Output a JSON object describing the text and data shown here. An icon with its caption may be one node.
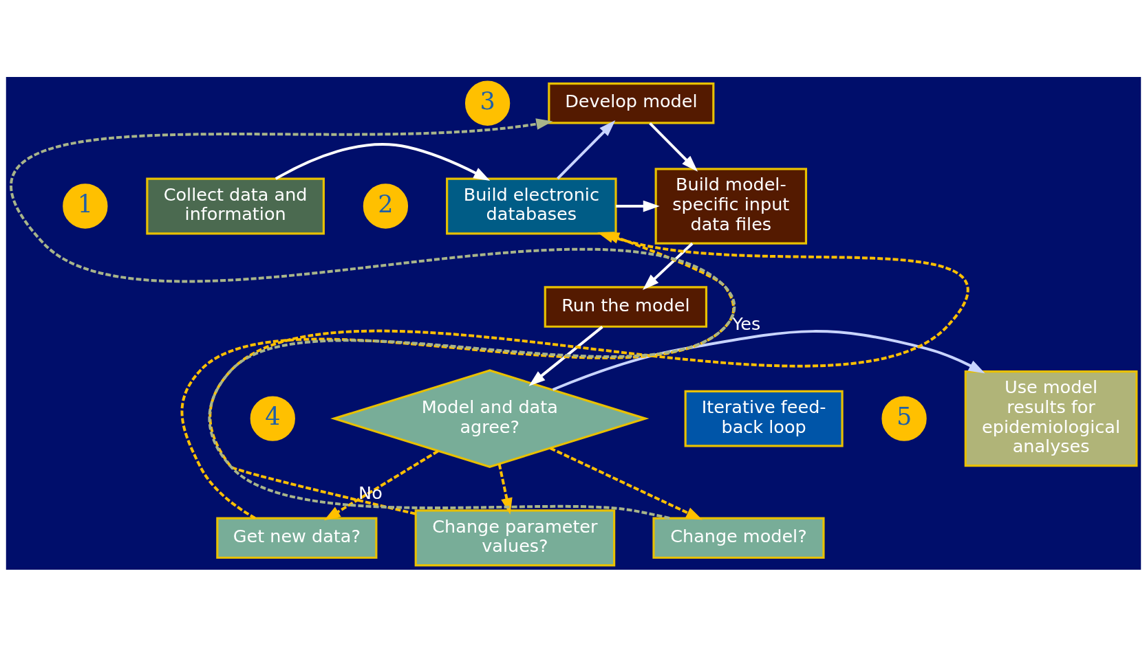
{
  "diagram": {
    "nodes": [
      {
        "text": [
          "3"
        ]
      },
      {
        "text": [
          "Develop model"
        ]
      },
      {
        "text": [
          "1"
        ]
      },
      {
        "text": [
          "Collect data and information"
        ]
      },
      {
        "text": [
          "2"
        ]
      },
      {
        "text": [
          "Build electronic databases"
        ]
      },
      {
        "text": [
          "Build model-specific input data files"
        ]
      },
      {
        "text": [
          "5"
        ]
      },
      {
        "text": [
          "Use model results for epidemiological analyses"
        ]
      },
      {
        "text": [
          "Run the model"
        ]
      },
      {
        "text": [
          "4"
        ]
      },
      {
        "text": [
          "Model and data agree?"
        ]
      },
      {
        "text": [
          "Get new data?"
        ]
      },
      {
        "text": [
          "Change parameter values?"
        ]
      },
      {
        "text": [
          "Change model?"
        ]
      },
      {
        "text": [
          "Iterative feed-back loop"
        ]
      }
    ],
    "edges": [
      {
        "from": 3,
        "to": 5,
        "arrow": "to"
      },
      {
        "from": 5,
        "to": 1,
        "arrow": "to",
        "color": "#c8d4ff"
      },
      {
        "from": 5,
        "to": 6,
        "arrow": "to"
      },
      {
        "from": 1,
        "to": 6,
        "arrow": "to"
      },
      {
        "from": 6,
        "to": 9,
        "arrow": "to"
      },
      {
        "from": 9,
        "to": 11,
        "arrow": "to"
      },
      {
        "from": 11,
        "to": 8,
        "arrow": "to",
        "label": "Yes",
        "color": "#c8d4ff"
      },
      {
        "from": 11,
        "to": 13,
        "arrow": "to",
        "style": "dashed",
        "color": "#ffc000"
      },
      {
        "from": 11,
        "to": 12,
        "arrow": "to",
        "style": "dashed",
        "color": "#ffc000",
        "label": "No"
      },
      {
        "from": 11,
        "to": 14,
        "arrow": "to",
        "style": "dashed",
        "color": "#ffc000"
      },
      {
        "from": 12,
        "to": 5,
        "arrow": "to",
        "style": "dashed",
        "color": "#ffc000"
      },
      {
        "from": 13,
        "to": 5,
        "arrow": "to",
        "style": "dashed",
        "color": "#ffc000"
      },
      {
        "from": 14,
        "to": 1,
        "arrow": "to",
        "style": "dashed",
        "color": "#a8b58a"
      }
    ]
  }
}
